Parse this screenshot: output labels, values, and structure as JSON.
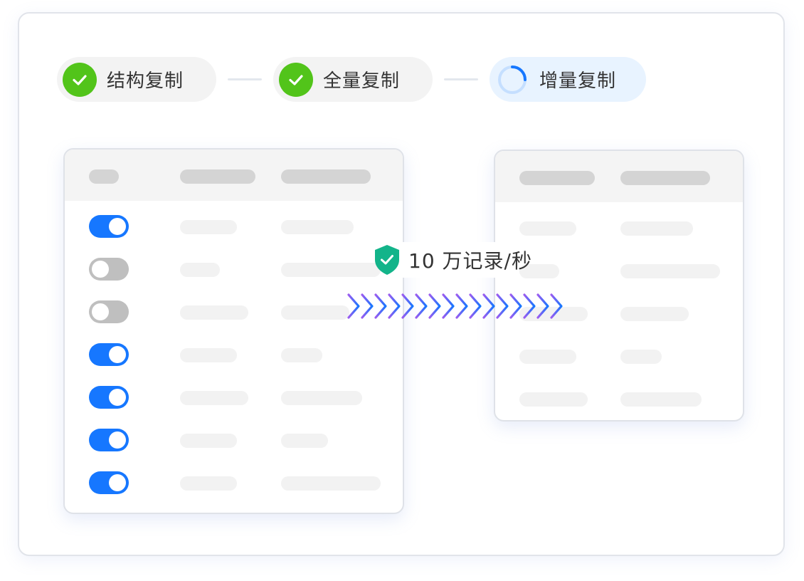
{
  "steps": [
    {
      "label": "结构复制",
      "status": "done"
    },
    {
      "label": "全量复制",
      "status": "done"
    },
    {
      "label": "增量复制",
      "status": "in-progress"
    }
  ],
  "transfer": {
    "rate_text": "10 万记录/秒",
    "badge_icon": "shield-check-icon"
  },
  "source_table": {
    "toggles": [
      "on",
      "off",
      "off",
      "on",
      "on",
      "on",
      "on"
    ]
  },
  "colors": {
    "success": "#52c41a",
    "primary": "#1677ff",
    "shield": "#13b48a",
    "arrow_start": "#9b5cf0",
    "arrow_end": "#1677ff"
  }
}
